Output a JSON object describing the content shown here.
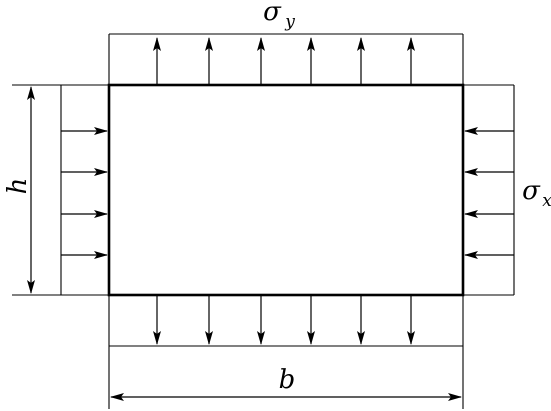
{
  "labels": {
    "sigma_y": "σ",
    "sigma_y_sub": "y",
    "sigma_x": "σ",
    "sigma_x_sub": "x",
    "height": "h",
    "width": "b"
  },
  "colors": {
    "stroke": "#000000",
    "background": "#ffffff"
  }
}
